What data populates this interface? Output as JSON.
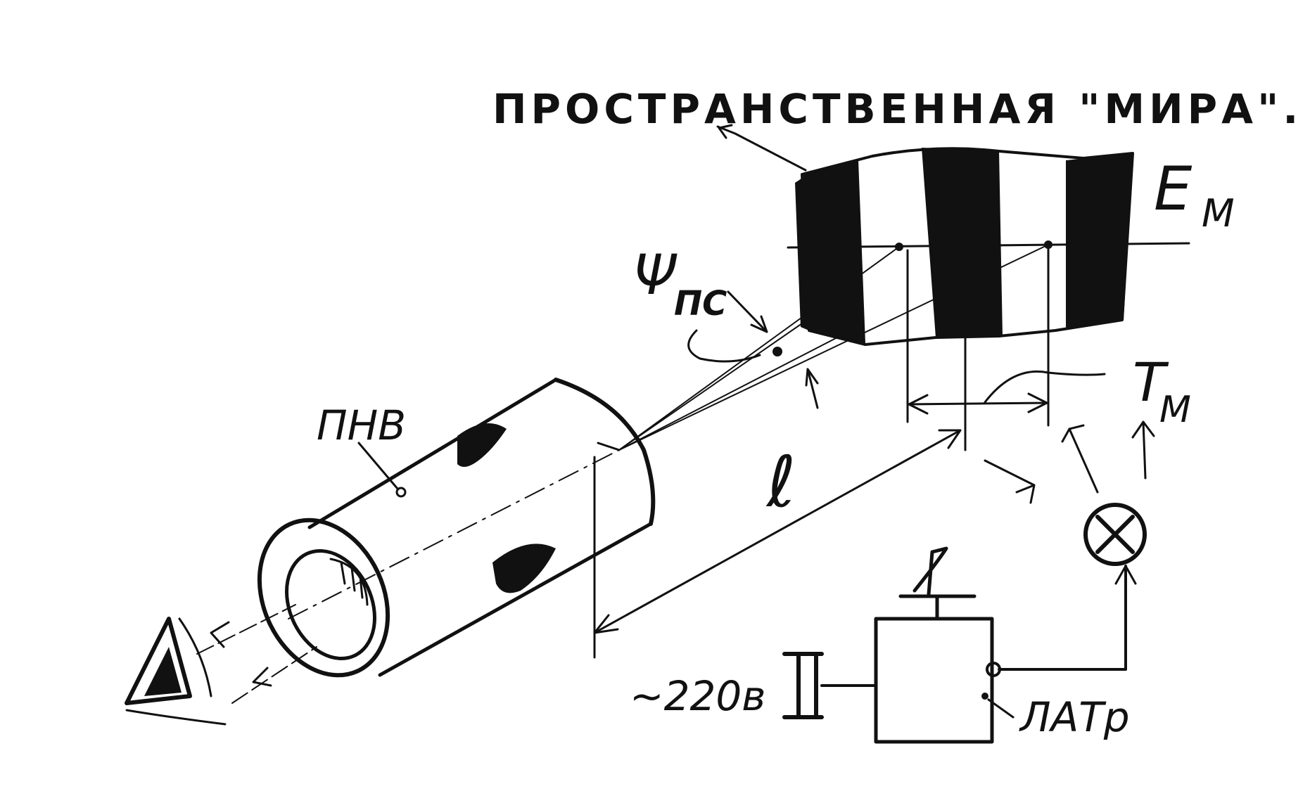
{
  "labels": {
    "target_title": "ПРОСТРАНСТВЕННАЯ \"МИРА\".",
    "brightness": "E",
    "brightness_sub": "M",
    "angle": "Ψ",
    "angle_sub": "ПС",
    "device": "ПНВ",
    "distance": "ℓ",
    "period": "T",
    "period_sub": "M",
    "voltage": "~220в",
    "transformer": "ЛАТр"
  }
}
